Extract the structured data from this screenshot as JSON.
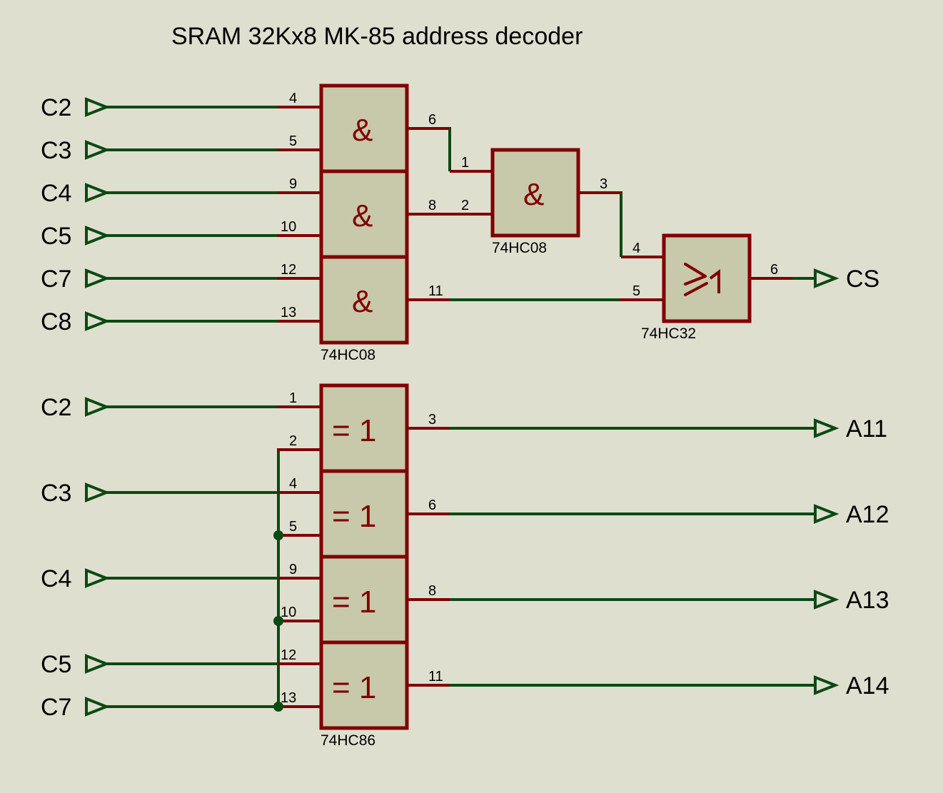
{
  "title": "SRAM 32Kx8 MK-85 address decoder",
  "colors": {
    "background": "#dfdfd0",
    "wire": "#0b4a12",
    "lead": "#800000",
    "body": "#c8c8aa"
  },
  "and_gate_chip": {
    "part": "74HC08",
    "gates": [
      {
        "symbol": "&",
        "inputs": [
          {
            "term": "C2",
            "pin": "4"
          },
          {
            "term": "C3",
            "pin": "5"
          }
        ],
        "output_pin": "6"
      },
      {
        "symbol": "&",
        "inputs": [
          {
            "term": "C4",
            "pin": "9"
          },
          {
            "term": "C5",
            "pin": "10"
          }
        ],
        "output_pin": "8"
      },
      {
        "symbol": "&",
        "inputs": [
          {
            "term": "C7",
            "pin": "12"
          },
          {
            "term": "C8",
            "pin": "13"
          }
        ],
        "output_pin": "11"
      }
    ]
  },
  "and_gate_2": {
    "part": "74HC08",
    "symbol": "&",
    "input_pins": [
      "1",
      "2"
    ],
    "output_pin": "3"
  },
  "or_gate": {
    "part": "74HC32",
    "symbol": "≥1",
    "input_pins": [
      "4",
      "5"
    ],
    "output_pin": "6",
    "output_term": "CS"
  },
  "xor_chip": {
    "part": "74HC86",
    "common_input_pins": [
      "2",
      "5",
      "10",
      "13"
    ],
    "gates": [
      {
        "symbol": "= 1",
        "input_term": "C2",
        "input_pin": "1",
        "common_pin": "2",
        "output_pin": "3",
        "output_term": "A11"
      },
      {
        "symbol": "= 1",
        "input_term": "C3",
        "input_pin": "4",
        "common_pin": "5",
        "output_pin": "6",
        "output_term": "A12"
      },
      {
        "symbol": "= 1",
        "input_term": "C4",
        "input_pin": "9",
        "common_pin": "10",
        "output_pin": "8",
        "output_term": "A13"
      },
      {
        "symbol": "= 1",
        "input_term": "C5",
        "input_pin": "12",
        "common_pin": "13",
        "output_pin": "11",
        "output_term": "A14"
      }
    ],
    "common_term": "C7"
  }
}
